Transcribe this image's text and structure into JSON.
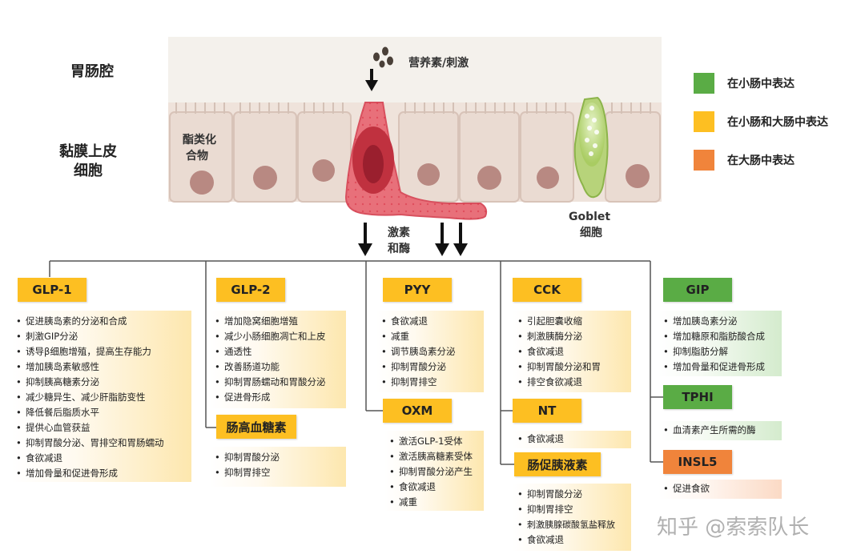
{
  "labels": {
    "lumen": "胃肠腔",
    "epithelium_line1": "黏膜上皮",
    "epithelium_line2": "细胞",
    "nutrients": "营养素/刺激",
    "esters_line1": "酯类化",
    "esters_line2": "合物",
    "goblet_line1": "Goblet",
    "goblet_line2": "细胞",
    "hormones_line1": "激素",
    "hormones_line2": "和酶"
  },
  "legend": [
    {
      "color": "#5aac45",
      "label": "在小肠中表达"
    },
    {
      "color": "#fdbf22",
      "label": "在小肠和大肠中表达"
    },
    {
      "color": "#f0843b",
      "label": "在大肠中表达"
    }
  ],
  "hormones": {
    "glp1": {
      "name": "GLP-1",
      "color": "#fdbf22",
      "items": [
        "促进胰岛素的分泌和合成",
        "刺激GIP分泌",
        "诱导β细胞增殖，提高生存能力",
        "增加胰岛素敏感性",
        "抑制胰高糖素分泌",
        "减少糖异生、减少肝脂肪变性",
        "降低餐后脂质水平",
        "提供心血管获益",
        "抑制胃酸分泌、胃排空和胃肠蠕动",
        "食欲减退",
        "增加骨量和促进骨形成"
      ]
    },
    "glp2": {
      "name": "GLP-2",
      "color": "#fdbf22",
      "items": [
        "增加隐窝细胞增殖",
        "减少小肠细胞凋亡和上皮",
        "通透性",
        "改善肠道功能",
        "抑制胃肠蠕动和胃酸分泌",
        "促进骨形成"
      ]
    },
    "glicentin": {
      "name": "肠高血糖素",
      "color": "#fdbf22",
      "items": [
        "抑制胃酸分泌",
        "抑制胃排空"
      ]
    },
    "pyy": {
      "name": "PYY",
      "color": "#fdbf22",
      "items": [
        "食欲减退",
        "减重",
        "调节胰岛素分泌",
        "抑制胃酸分泌",
        "抑制胃排空"
      ]
    },
    "oxm": {
      "name": "OXM",
      "color": "#fdbf22",
      "items": [
        "激活GLP-1受体",
        "激活胰高糖素受体",
        "抑制胃酸分泌产生",
        "食欲减退",
        "减重"
      ]
    },
    "cck": {
      "name": "CCK",
      "color": "#fdbf22",
      "items": [
        "引起胆囊收缩",
        "刺激胰酶分泌",
        "食欲减退",
        "抑制胃酸分泌和胃",
        "排空食欲减退"
      ]
    },
    "nt": {
      "name": "NT",
      "color": "#fdbf22",
      "items": [
        "食欲减退"
      ]
    },
    "secretin": {
      "name": "肠促胰液素",
      "color": "#fdbf22",
      "items": [
        "抑制胃酸分泌",
        "抑制胃排空",
        "刺激胰腺碳酸氢盐释放",
        "食欲减退"
      ]
    },
    "gip": {
      "name": "GIP",
      "color": "#5aac45",
      "items": [
        "增加胰岛素分泌",
        "增加糖原和脂肪酸合成",
        "抑制脂肪分解",
        "增加骨量和促进骨形成"
      ]
    },
    "tph1": {
      "name": "TPHI",
      "color": "#5aac45",
      "items": [
        "血清素产生所需的酶"
      ]
    },
    "insl5": {
      "name": "INSL5",
      "color": "#f0843b",
      "items": [
        "促进食欲"
      ]
    }
  },
  "watermark": "知乎 @索索队长"
}
